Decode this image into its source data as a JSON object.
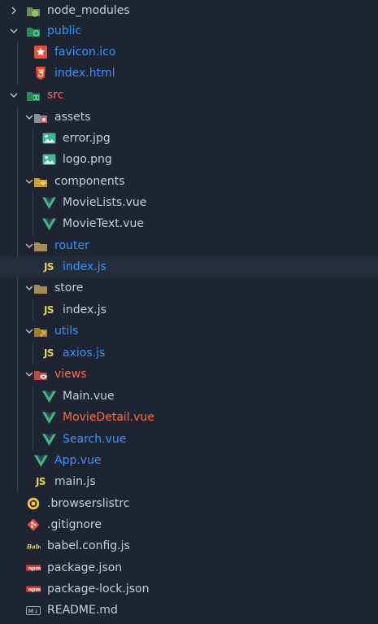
{
  "colors": {
    "background": "#1e2431",
    "selected_row": "#242d3b",
    "text_default": "#c6ccd7",
    "text_git_modified": "#3794ff",
    "text_git_untracked": "#ff6b4a",
    "vue_green": "#41b883",
    "js_yellow": "#e8d44d"
  },
  "tree": [
    {
      "label": "node_modules",
      "type": "folder",
      "expanded": false,
      "icon": "node-folder-icon",
      "color": "#c6ccd7"
    },
    {
      "label": "public",
      "type": "folder",
      "expanded": true,
      "icon": "public-folder-icon",
      "color": "#3794ff"
    },
    {
      "label": "favicon.ico",
      "type": "file",
      "icon": "favicon-star-icon",
      "color": "#3794ff"
    },
    {
      "label": "index.html",
      "type": "file",
      "icon": "html5-icon",
      "color": "#3794ff"
    },
    {
      "label": "src",
      "type": "folder",
      "expanded": true,
      "icon": "src-folder-icon",
      "color": "#ff6b4a"
    },
    {
      "label": "assets",
      "type": "folder",
      "expanded": true,
      "icon": "assets-folder-icon",
      "color": "#c6ccd7"
    },
    {
      "label": "error.jpg",
      "type": "file",
      "icon": "image-file-icon",
      "color": "#c6ccd7"
    },
    {
      "label": "logo.png",
      "type": "file",
      "icon": "image-file-icon",
      "color": "#c6ccd7"
    },
    {
      "label": "components",
      "type": "folder",
      "expanded": true,
      "icon": "components-folder-icon",
      "color": "#c6ccd7"
    },
    {
      "label": "MovieLists.vue",
      "type": "file",
      "icon": "vue-file-icon",
      "color": "#c6ccd7"
    },
    {
      "label": "MovieText.vue",
      "type": "file",
      "icon": "vue-file-icon",
      "color": "#c6ccd7"
    },
    {
      "label": "router",
      "type": "folder",
      "expanded": true,
      "icon": "folder-icon",
      "color": "#3794ff"
    },
    {
      "label": "index.js",
      "type": "file",
      "icon": "js-file-icon",
      "color": "#3794ff",
      "selected": true
    },
    {
      "label": "store",
      "type": "folder",
      "expanded": true,
      "icon": "folder-icon",
      "color": "#c6ccd7"
    },
    {
      "label": "index.js",
      "type": "file",
      "icon": "js-file-icon",
      "color": "#c6ccd7"
    },
    {
      "label": "utils",
      "type": "folder",
      "expanded": true,
      "icon": "utils-folder-icon",
      "color": "#3794ff"
    },
    {
      "label": "axios.js",
      "type": "file",
      "icon": "js-file-icon",
      "color": "#3794ff"
    },
    {
      "label": "views",
      "type": "folder",
      "expanded": true,
      "icon": "views-folder-icon",
      "color": "#ff6b4a"
    },
    {
      "label": "Main.vue",
      "type": "file",
      "icon": "vue-file-icon",
      "color": "#c6ccd7"
    },
    {
      "label": "MovieDetail.vue",
      "type": "file",
      "icon": "vue-file-icon",
      "color": "#ff6b4a"
    },
    {
      "label": "Search.vue",
      "type": "file",
      "icon": "vue-file-icon",
      "color": "#3794ff"
    },
    {
      "label": "App.vue",
      "type": "file",
      "icon": "vue-file-icon",
      "color": "#3794ff"
    },
    {
      "label": "main.js",
      "type": "file",
      "icon": "js-file-icon",
      "color": "#c6ccd7"
    },
    {
      "label": ".browserslistrc",
      "type": "file",
      "icon": "browserslist-icon",
      "color": "#c6ccd7"
    },
    {
      "label": ".gitignore",
      "type": "file",
      "icon": "git-icon",
      "color": "#c6ccd7"
    },
    {
      "label": "babel.config.js",
      "type": "file",
      "icon": "babel-icon",
      "color": "#c6ccd7",
      "icon_text": "Babel"
    },
    {
      "label": "package.json",
      "type": "file",
      "icon": "npm-icon",
      "color": "#c6ccd7",
      "icon_text": "npm"
    },
    {
      "label": "package-lock.json",
      "type": "file",
      "icon": "npm-icon",
      "color": "#c6ccd7",
      "icon_text": "npm"
    },
    {
      "label": "README.md",
      "type": "file",
      "icon": "markdown-icon",
      "color": "#c6ccd7",
      "icon_text": "M↓"
    }
  ]
}
